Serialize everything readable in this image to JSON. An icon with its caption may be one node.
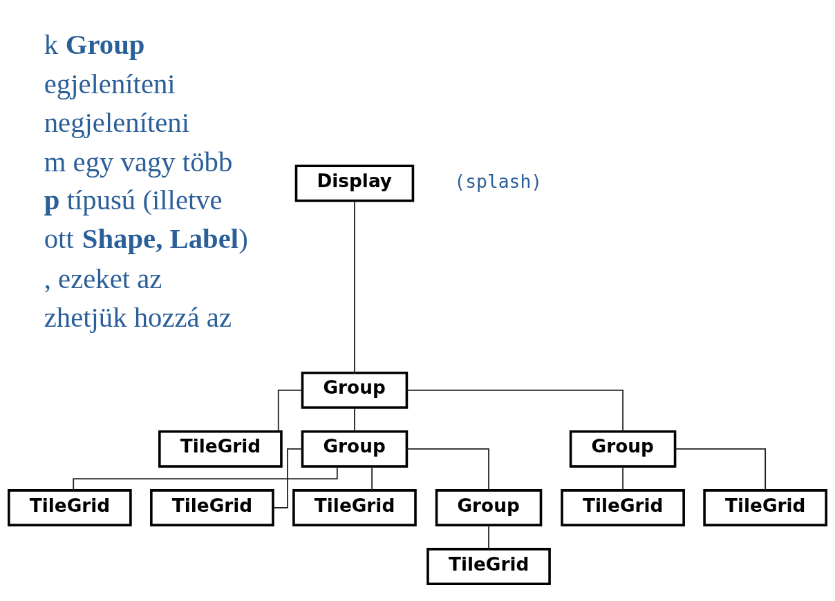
{
  "diagram": {
    "nodes": [
      {
        "text": [
          "Display"
        ],
        "beside": [
          "(splash)"
        ]
      },
      {
        "text": [
          "Group"
        ]
      },
      {
        "text": [
          "TileGrid"
        ]
      },
      {
        "text": [
          "Group"
        ]
      },
      {
        "text": [
          "Group"
        ]
      },
      {
        "text": [
          "TileGrid"
        ]
      },
      {
        "text": [
          "TileGrid"
        ]
      },
      {
        "text": [
          "TileGrid"
        ]
      },
      {
        "text": [
          "TileGrid"
        ]
      },
      {
        "text": [
          "TileGrid"
        ]
      },
      {
        "text": [
          "Group"
        ]
      },
      {
        "text": [
          "TileGrid"
        ]
      }
    ],
    "edges": [
      {
        "from": 0,
        "to": 1,
        "arrow": "none"
      },
      {
        "from": 1,
        "to": 2,
        "arrow": "none"
      },
      {
        "from": 1,
        "to": 3,
        "arrow": "none"
      },
      {
        "from": 1,
        "to": 4,
        "arrow": "none"
      },
      {
        "from": 3,
        "to": 5,
        "arrow": "none"
      },
      {
        "from": 3,
        "to": 7,
        "arrow": "none"
      },
      {
        "from": 3,
        "to": 9,
        "arrow": "none"
      },
      {
        "from": 3,
        "to": 10,
        "arrow": "none"
      },
      {
        "from": 4,
        "to": 6,
        "arrow": "none"
      },
      {
        "from": 4,
        "to": 8,
        "arrow": "none"
      },
      {
        "from": 10,
        "to": 11,
        "arrow": "none"
      }
    ],
    "labels": [
      "k **Group**",
      "egjeleníteni",
      "negjeleníteni",
      "m egy vagy több",
      "**p** típusú (illetve",
      "ott **Shape, Label**)",
      ", ezeket az",
      "zhetjük hozzá az"
    ]
  }
}
